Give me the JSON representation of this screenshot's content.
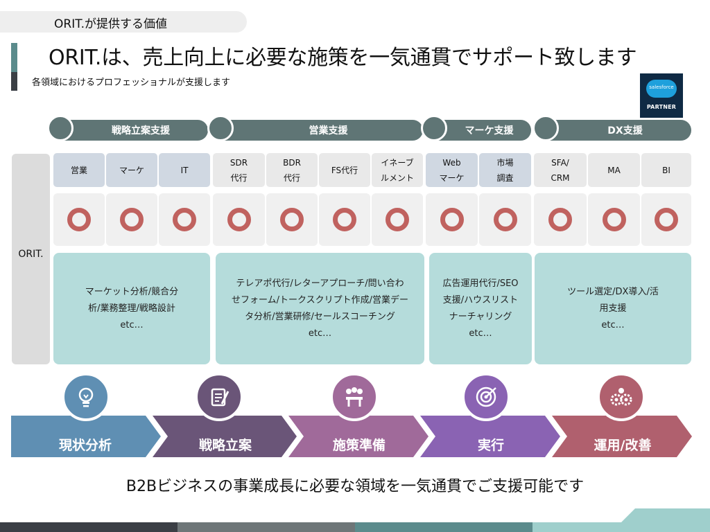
{
  "header": {
    "tag": "ORIT.が提供する価値",
    "title": "ORIT.は、売上向上に必要な施策を一気通貫でサポート致します",
    "subtitle": "各領域におけるプロフェッショナルが支援します"
  },
  "badge": {
    "cloud_text": "salesforce",
    "label": "PARTNER"
  },
  "phases": [
    {
      "label": "戦略立案支援"
    },
    {
      "label": "営業支援"
    },
    {
      "label": "マーケ支援"
    },
    {
      "label": "DX支援"
    }
  ],
  "left_label": "ORIT.",
  "services": [
    {
      "label": "営業",
      "style": "blue"
    },
    {
      "label": "マーケ",
      "style": "blue"
    },
    {
      "label": "IT",
      "style": "blue"
    },
    {
      "label": "SDR\n代行",
      "style": "gray"
    },
    {
      "label": "BDR\n代行",
      "style": "gray"
    },
    {
      "label": "FS代行",
      "style": "gray"
    },
    {
      "label": "イネーブ\nルメント",
      "style": "gray"
    },
    {
      "label": "Web\nマーケ",
      "style": "blue"
    },
    {
      "label": "市場\n調査",
      "style": "blue"
    },
    {
      "label": "SFA/\nCRM",
      "style": "gray"
    },
    {
      "label": "MA",
      "style": "gray"
    },
    {
      "label": "BI",
      "style": "gray"
    }
  ],
  "marks": {
    "symbol": "circle-mark-icon",
    "color": "#c0625f"
  },
  "details": [
    {
      "text": "マーケット分析/競合分\n析/業務整理/戦略設計\netc…"
    },
    {
      "text": "テレアポ代行/レターアプローチ/問い合わ\nせフォーム/トークスクリプト作成/営業デー\nタ分析/営業研修/セールスコーチング\netc…"
    },
    {
      "text": "広告運用代行/SEO\n支援/ハウスリスト\nナーチャリング\netc…"
    },
    {
      "text": "ツール選定/DX導入/活\n用支援\netc…"
    }
  ],
  "steps": [
    {
      "label": "現状分析",
      "icon": "lightbulb-icon",
      "color": "#5f8fb3"
    },
    {
      "label": "戦略立案",
      "icon": "notepad-icon",
      "color": "#6a5578"
    },
    {
      "label": "施策準備",
      "icon": "meeting-icon",
      "color": "#a06a9a"
    },
    {
      "label": "実行",
      "icon": "target-icon",
      "color": "#8a63b3"
    },
    {
      "label": "運用/改善",
      "icon": "gears-icon",
      "color": "#b0606e"
    }
  ],
  "footer": {
    "message": "B2Bビジネスの事業成長に必要な領域を一気通貫でご支援可能です"
  },
  "colors": {
    "phase_bar": "#5f7575",
    "detail_box": "#b5dcdb",
    "accent_teal": "#5b8b8c",
    "accent_dark": "#3b3f45"
  }
}
